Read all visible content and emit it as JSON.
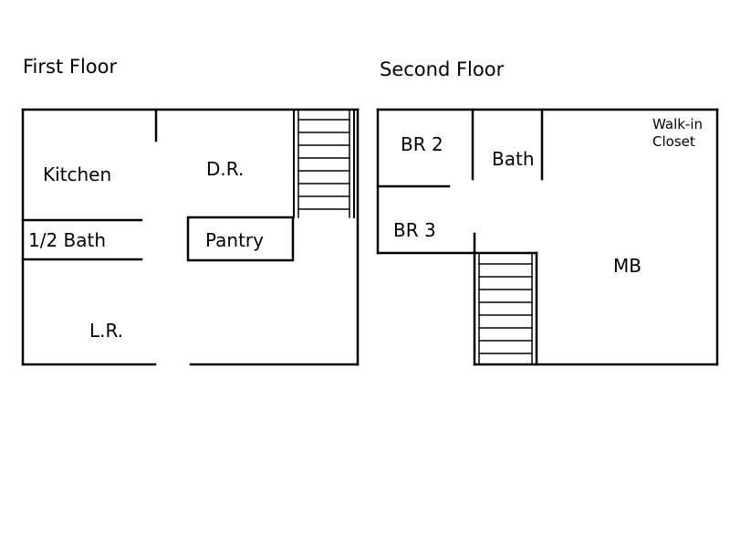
{
  "floors": {
    "first": {
      "title": "First Floor",
      "rooms": {
        "kitchen": "Kitchen",
        "dining": "D.R.",
        "half_bath": "1/2 Bath",
        "pantry": "Pantry",
        "living": "L.R."
      }
    },
    "second": {
      "title": "Second Floor",
      "rooms": {
        "br2": "BR 2",
        "bath": "Bath",
        "walkin_line1": "Walk-in",
        "walkin_line2": "Closet",
        "br3": "BR 3",
        "master": "MB"
      }
    }
  },
  "colors": {
    "wall": "#000000",
    "background": "#ffffff"
  }
}
